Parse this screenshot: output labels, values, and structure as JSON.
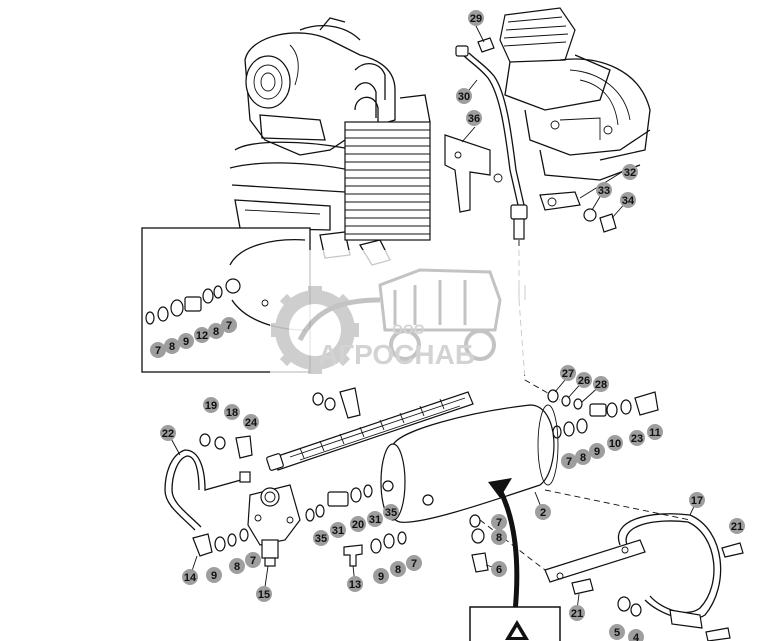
{
  "watermark": {
    "prefix": "ООО",
    "name": "АГРОСНАБ"
  },
  "callouts": [
    {
      "id": "c29",
      "label": "29"
    },
    {
      "id": "c30",
      "label": "30"
    },
    {
      "id": "c36",
      "label": "36"
    },
    {
      "id": "c32",
      "label": "32"
    },
    {
      "id": "c33",
      "label": "33"
    },
    {
      "id": "c34",
      "label": "34"
    },
    {
      "id": "c7a",
      "label": "7"
    },
    {
      "id": "c8a",
      "label": "8"
    },
    {
      "id": "c9a",
      "label": "9"
    },
    {
      "id": "c12",
      "label": "12"
    },
    {
      "id": "c8b",
      "label": "8"
    },
    {
      "id": "c7b",
      "label": "7"
    },
    {
      "id": "c27",
      "label": "27"
    },
    {
      "id": "c26",
      "label": "26"
    },
    {
      "id": "c28",
      "label": "28"
    },
    {
      "id": "c7c",
      "label": "7"
    },
    {
      "id": "c8c",
      "label": "8"
    },
    {
      "id": "c9c",
      "label": "9"
    },
    {
      "id": "c10",
      "label": "10"
    },
    {
      "id": "c23",
      "label": "23"
    },
    {
      "id": "c11",
      "label": "11"
    },
    {
      "id": "c19",
      "label": "19"
    },
    {
      "id": "c18",
      "label": "18"
    },
    {
      "id": "c24",
      "label": "24"
    },
    {
      "id": "c22",
      "label": "22"
    },
    {
      "id": "c2",
      "label": "2"
    },
    {
      "id": "c35a",
      "label": "35"
    },
    {
      "id": "c31a",
      "label": "31"
    },
    {
      "id": "c20",
      "label": "20"
    },
    {
      "id": "c31b",
      "label": "31"
    },
    {
      "id": "c35b",
      "label": "35"
    },
    {
      "id": "c7d",
      "label": "7"
    },
    {
      "id": "c8d",
      "label": "8"
    },
    {
      "id": "c6",
      "label": "6"
    },
    {
      "id": "c14",
      "label": "14"
    },
    {
      "id": "c9e",
      "label": "9"
    },
    {
      "id": "c8e",
      "label": "8"
    },
    {
      "id": "c7e",
      "label": "7"
    },
    {
      "id": "c15",
      "label": "15"
    },
    {
      "id": "c13",
      "label": "13"
    },
    {
      "id": "c9f",
      "label": "9"
    },
    {
      "id": "c8f",
      "label": "8"
    },
    {
      "id": "c7f",
      "label": "7"
    },
    {
      "id": "c17",
      "label": "17"
    },
    {
      "id": "c21a",
      "label": "21"
    },
    {
      "id": "c21b",
      "label": "21"
    },
    {
      "id": "c5",
      "label": "5"
    },
    {
      "id": "c4",
      "label": "4"
    }
  ]
}
